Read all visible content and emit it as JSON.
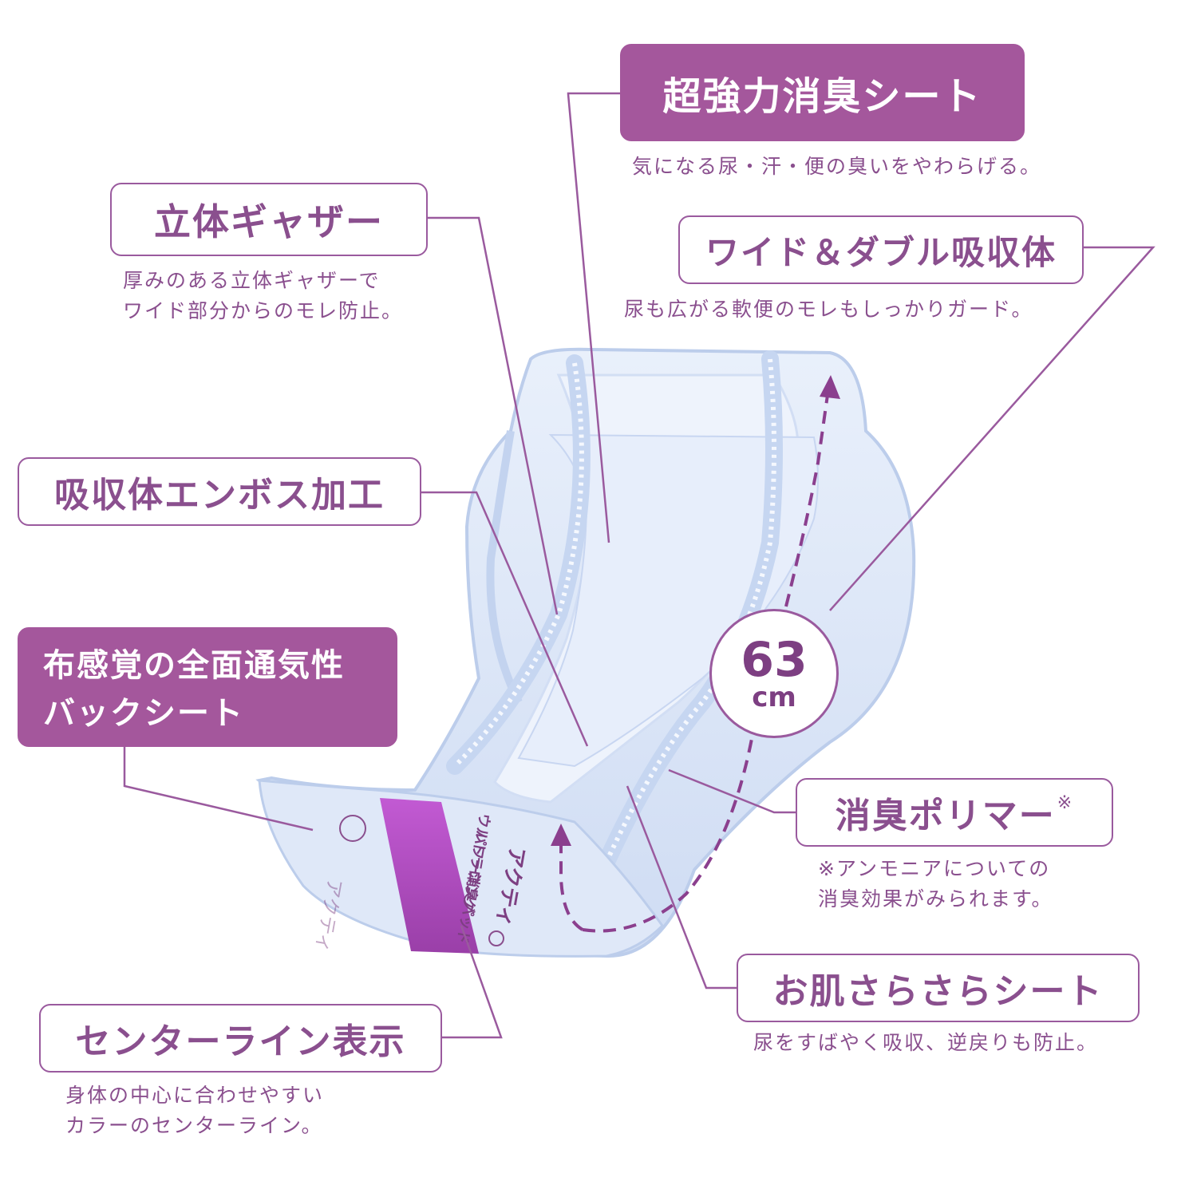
{
  "features": {
    "deodorant_sheet": {
      "label": "超強力消臭シート",
      "desc": "気になる尿・汗・便の臭いをやわらげる。"
    },
    "gathers": {
      "label": "立体ギャザー",
      "desc": "厚みのある立体ギャザーで\nワイド部分からのモレ防止。"
    },
    "wide_double": {
      "label": "ワイド＆ダブル吸収体",
      "desc": "尿も広がる軟便のモレもしっかりガード。"
    },
    "emboss": {
      "label": "吸収体エンボス加工"
    },
    "back_sheet": {
      "label": "布感覚の全面通気性\nバックシート"
    },
    "polymer": {
      "label": "消臭ポリマー",
      "mark": "※",
      "desc": "※アンモニアについての\n消臭効果がみられます。"
    },
    "skin_sheet": {
      "label": "お肌さらさらシート",
      "desc": "尿をすばやく吸収、逆戻りも防止。"
    },
    "center_line": {
      "label": "センターライン表示",
      "desc": "身体の中心に合わせやすい\nカラーのセンターライン。"
    }
  },
  "length": {
    "value": "63",
    "unit": "cm"
  },
  "package_text": {
    "brand": "アクティ",
    "product": "パワー消臭パッド\nウルトラロング"
  },
  "colors": {
    "accent": "#a4579c",
    "pad": "#dbe6f7",
    "pad_edge": "#b9cdee",
    "band": "#b14fc6"
  }
}
